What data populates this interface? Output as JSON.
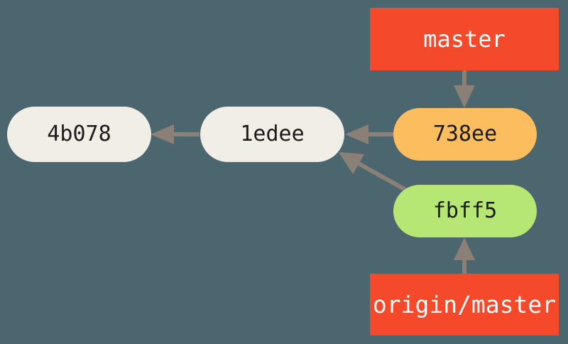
{
  "diagram": {
    "title": "git-commit-graph",
    "background_color": "#4c6670",
    "edge_color": "#8a8076",
    "commit_node_fill": "#f0eee6",
    "commit_node_text_color": "#1b1b1b",
    "highlight_node_fill": "#fbbd5d",
    "remote_node_fill": "#b6e673",
    "ref_label_fill": "#f4492a",
    "ref_label_text_color": "#ffffff",
    "commits": [
      {
        "id": "commit-4b078",
        "label": "4b078",
        "fill": "#f0eee6"
      },
      {
        "id": "commit-1edee",
        "label": "1edee",
        "fill": "#f0eee6"
      },
      {
        "id": "commit-738ee",
        "label": "738ee",
        "fill": "#fbbd5d"
      },
      {
        "id": "commit-fbff5",
        "label": "fbff5",
        "fill": "#b6e673"
      }
    ],
    "refs": [
      {
        "id": "ref-master",
        "label": "master",
        "points_to": "738ee",
        "fill": "#f4492a"
      },
      {
        "id": "ref-origin-master",
        "label": "origin/master",
        "points_to": "fbff5",
        "fill": "#f4492a"
      }
    ],
    "edges": [
      {
        "from": "1edee",
        "to": "4b078",
        "kind": "parent-arrow"
      },
      {
        "from": "738ee",
        "to": "1edee",
        "kind": "parent-arrow"
      },
      {
        "from": "fbff5",
        "to": "1edee",
        "kind": "parent-arrow"
      },
      {
        "from": "master",
        "to": "738ee",
        "kind": "ref-arrow"
      },
      {
        "from": "origin/master",
        "to": "fbff5",
        "kind": "ref-arrow"
      }
    ]
  }
}
